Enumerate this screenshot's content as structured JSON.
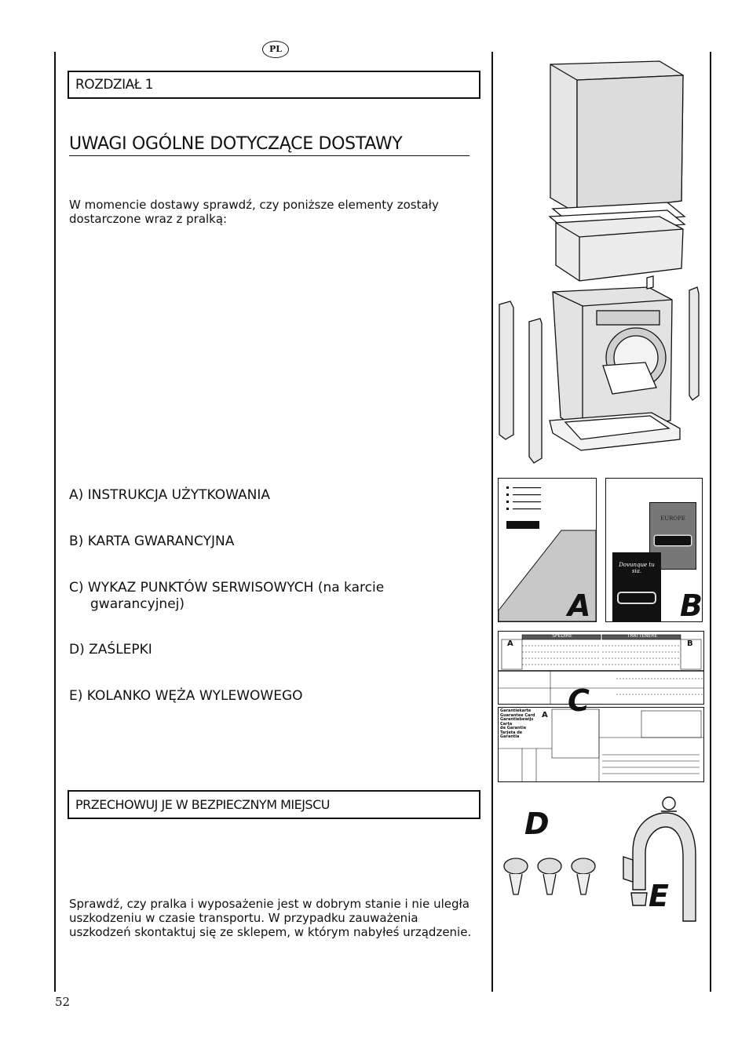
{
  "header": {
    "lang_badge": "PL"
  },
  "chapter": {
    "title": "ROZDZIAŁ 1"
  },
  "section": {
    "heading": "UWAGI OGÓLNE DOTYCZĄCE DOSTAWY"
  },
  "intro": {
    "text": "W momencie dostawy sprawdź, czy poniższe elementy zostały dostarczone wraz z pralką:"
  },
  "items": [
    {
      "line1": "A) INSTRUKCJA UŻYTKOWANIA",
      "line2": ""
    },
    {
      "line1": "B) KARTA GWARANCYJNA",
      "line2": ""
    },
    {
      "line1": "C) WYKAZ PUNKTÓW SERWISOWYCH (na karcie",
      "line2": "gwarancyjnej)"
    },
    {
      "line1": "D) ZAŚLEPKI",
      "line2": ""
    },
    {
      "line1": "E) KOLANKO WĘŻA WYLEWOWEGO",
      "line2": ""
    }
  ],
  "notice": {
    "title": "PRZECHOWUJ JE W BEZPIECZNYM MIEJSCU"
  },
  "closing": {
    "text": "Sprawdź, czy pralka i wyposażenie jest w dobrym stanie i nie uległa uszkodzeniu w czasie transportu. W przypadku zauważenia uszkodzeń skontaktuj się ze sklepem, w którym nabyłeś urządzenie."
  },
  "page": {
    "number": "52"
  },
  "figures": {
    "label_a": "A",
    "label_b": "B",
    "label_c": "C",
    "label_d": "D",
    "label_e": "E",
    "card_europe": "EUROPE",
    "card_dovunque": "Dovunque tu sia.",
    "card_spedire": "SPEDIRE",
    "card_trattenere": "TRATTENERE",
    "card_guarantee_lines": [
      "Garantiekarte",
      "Guarantee Card",
      "Garantiebewijs",
      "Carta",
      "de Garantie",
      "Tarjeta de",
      "Garantia"
    ]
  }
}
